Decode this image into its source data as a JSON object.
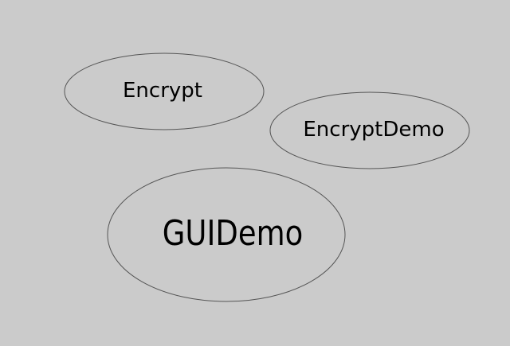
{
  "colors": {
    "background": "#cbcbcb",
    "node_stroke": "#555555",
    "text": "#000000"
  },
  "nodes": [
    {
      "label": "Encrypt"
    },
    {
      "label": "EncryptDemo"
    },
    {
      "label": "GUIDemo"
    }
  ]
}
